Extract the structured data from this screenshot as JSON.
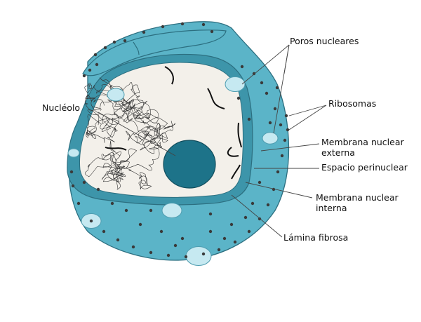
{
  "labels": {
    "poros_nucleares": "Poros nucleares",
    "ribosomas": "Ribosomas",
    "nucleolo": "Nucléolo",
    "membrana_externa_1": "Membrana nuclear",
    "membrana_externa_2": "externa",
    "espacio_perinuclear": "Espacio perinuclear",
    "membrana_interna_1": "Membrana nuclear",
    "membrana_interna_2": "interna",
    "lamina_fibrosa": "Lámina fibrosa"
  },
  "colors": {
    "envelope": "#5bb4c8",
    "envelope_dark": "#3d95aa",
    "envelope_outline": "#2c6f80",
    "nucleoplasm": "#f3f0ea",
    "nucleolus": "#1d7389",
    "pore": "#c6e9f1",
    "ribosome": "#3a3a3a",
    "text": "#111111"
  }
}
